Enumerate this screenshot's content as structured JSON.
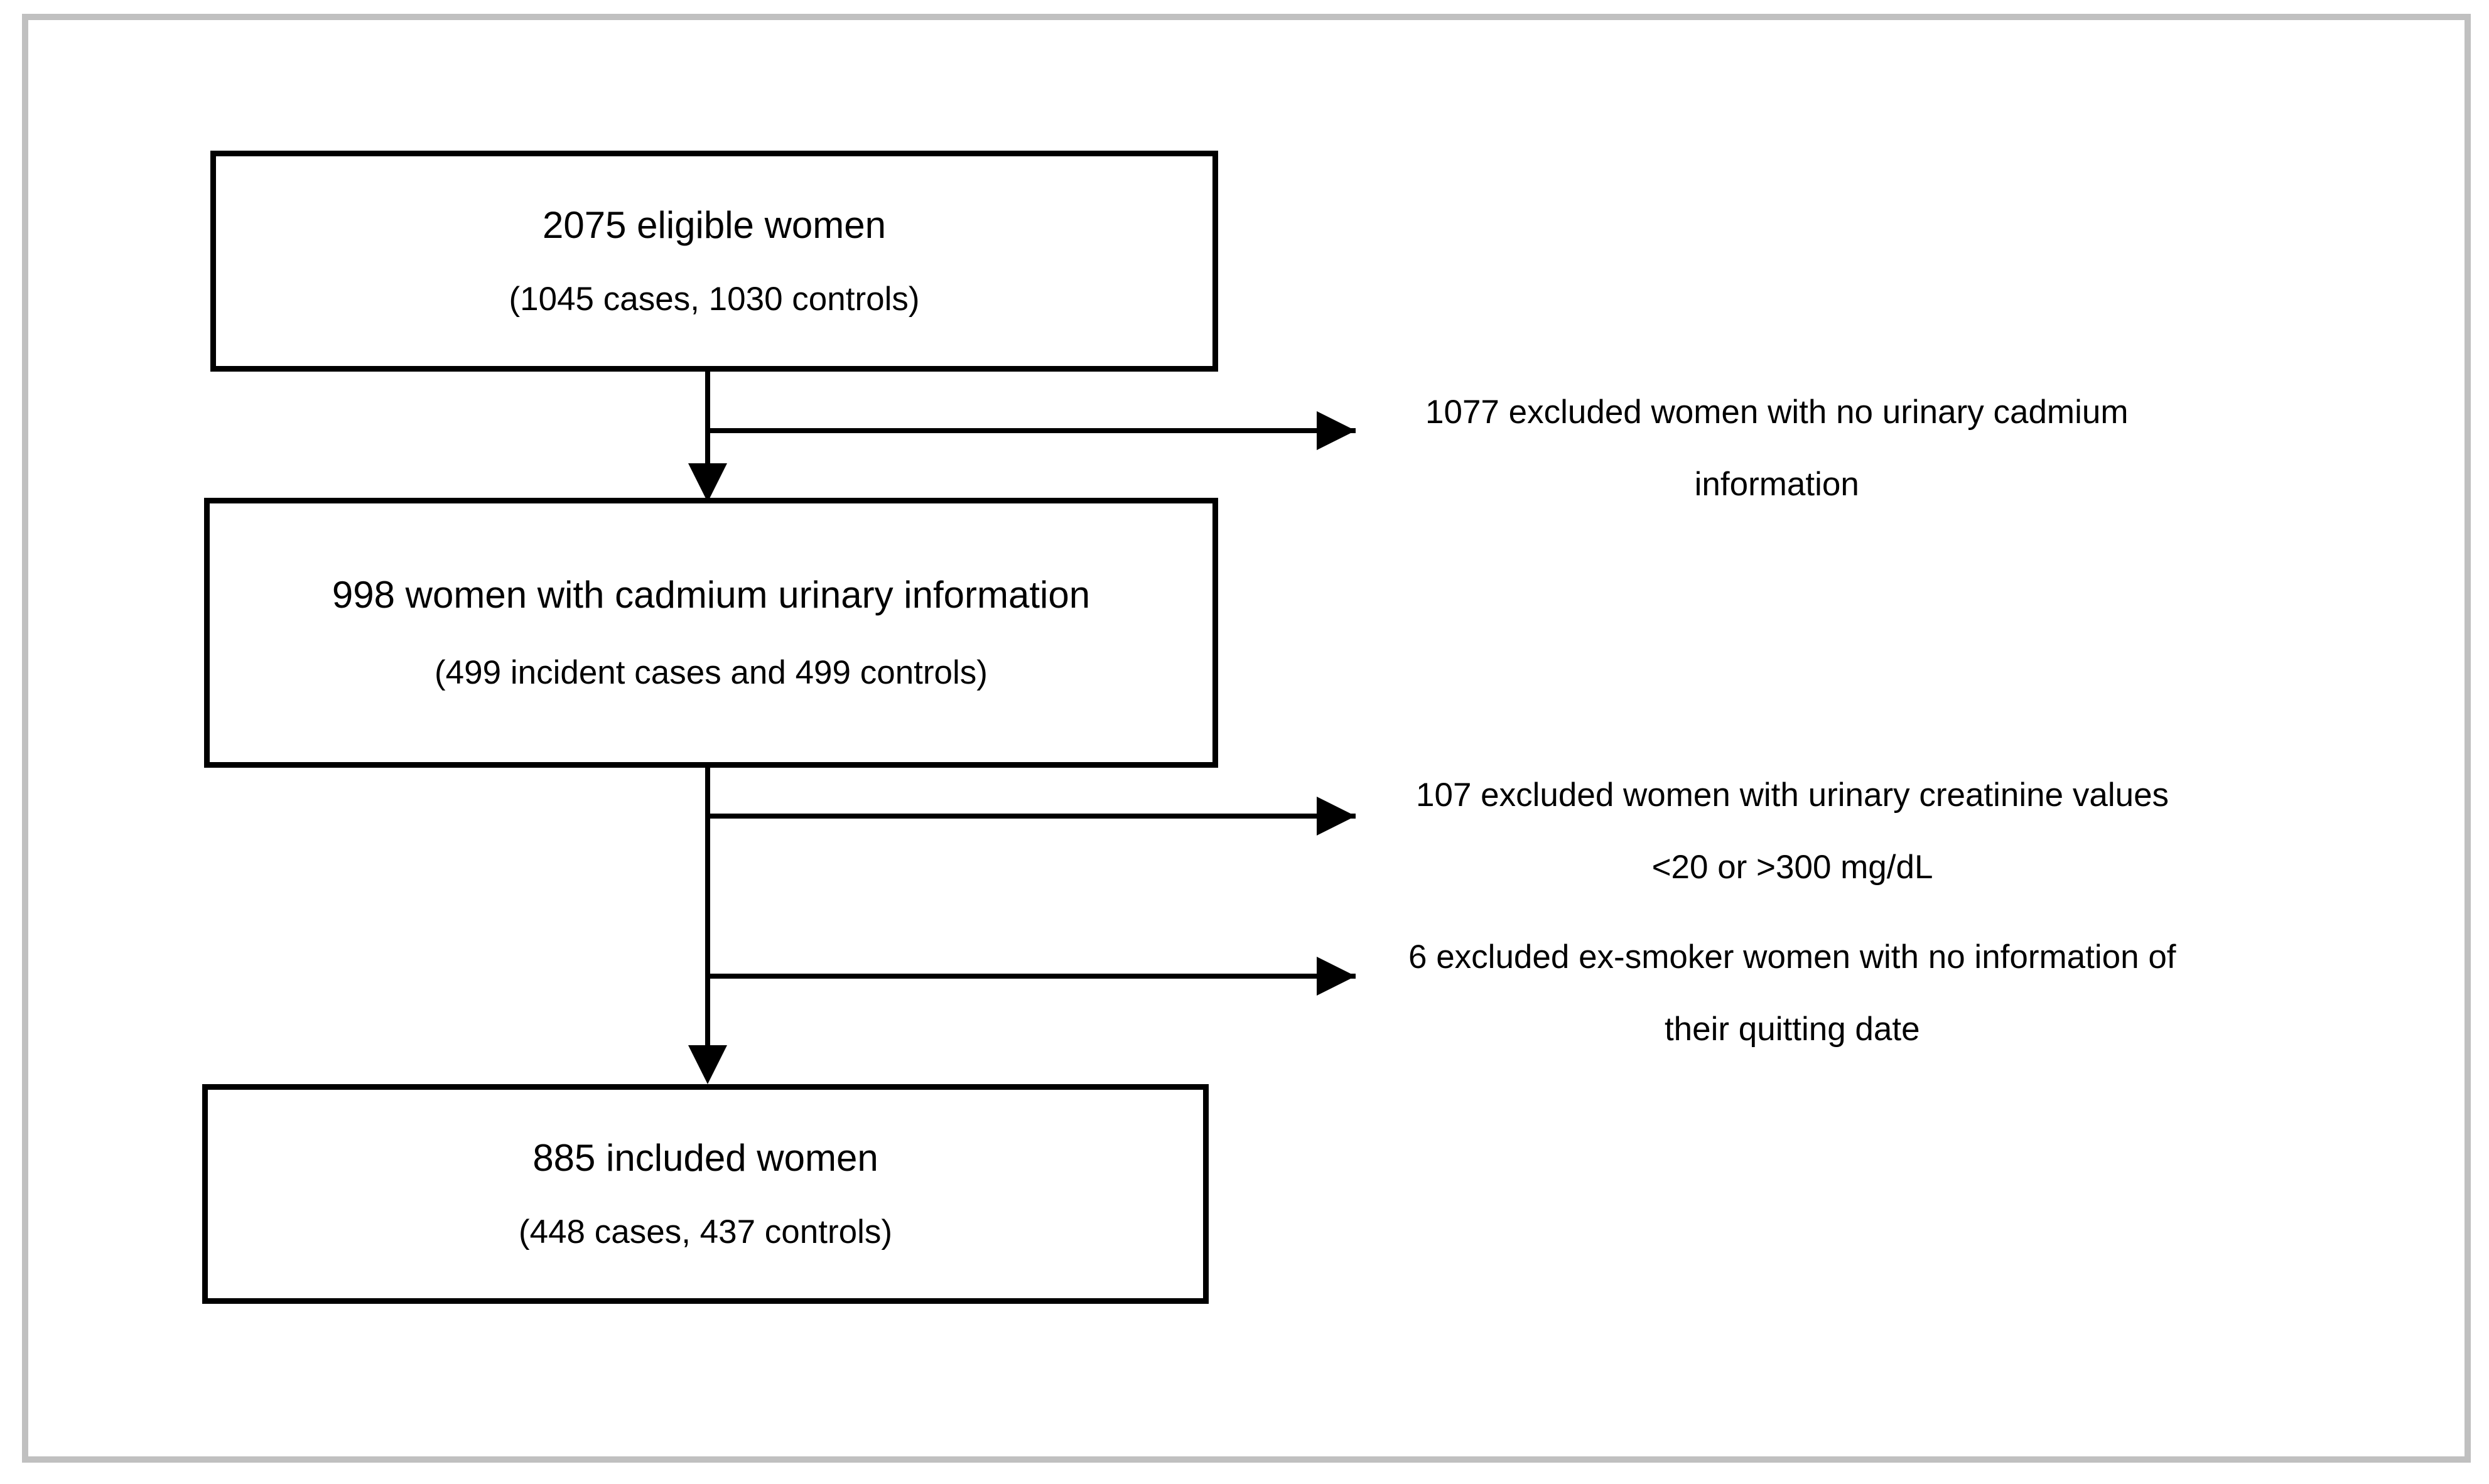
{
  "figure": {
    "type": "study-participant-flow-diagram",
    "frame_color": "#c0c0c0",
    "line_color": "#000000",
    "background": "#ffffff"
  },
  "boxes": [
    {
      "id": "eligible",
      "primary": "2075 eligible women",
      "secondary": "(1045 cases, 1030 controls)"
    },
    {
      "id": "cadmium",
      "primary": "998 women with cadmium urinary information",
      "secondary": "(499 incident cases and 499 controls)"
    },
    {
      "id": "included",
      "primary": "885 included women",
      "secondary": "(448 cases, 437 controls)"
    }
  ],
  "exclusions": [
    {
      "id": "no-cadmium",
      "line1": "1077 excluded women with no urinary cadmium",
      "line2": "information"
    },
    {
      "id": "creatinine-range",
      "line1": "107 excluded women with urinary creatinine values",
      "line2": "<20 or >300 mg/dL"
    },
    {
      "id": "ex-smoker-no-quit-date",
      "line1": "6 excluded ex-smoker women with no information of",
      "line2": "their quitting date"
    }
  ]
}
